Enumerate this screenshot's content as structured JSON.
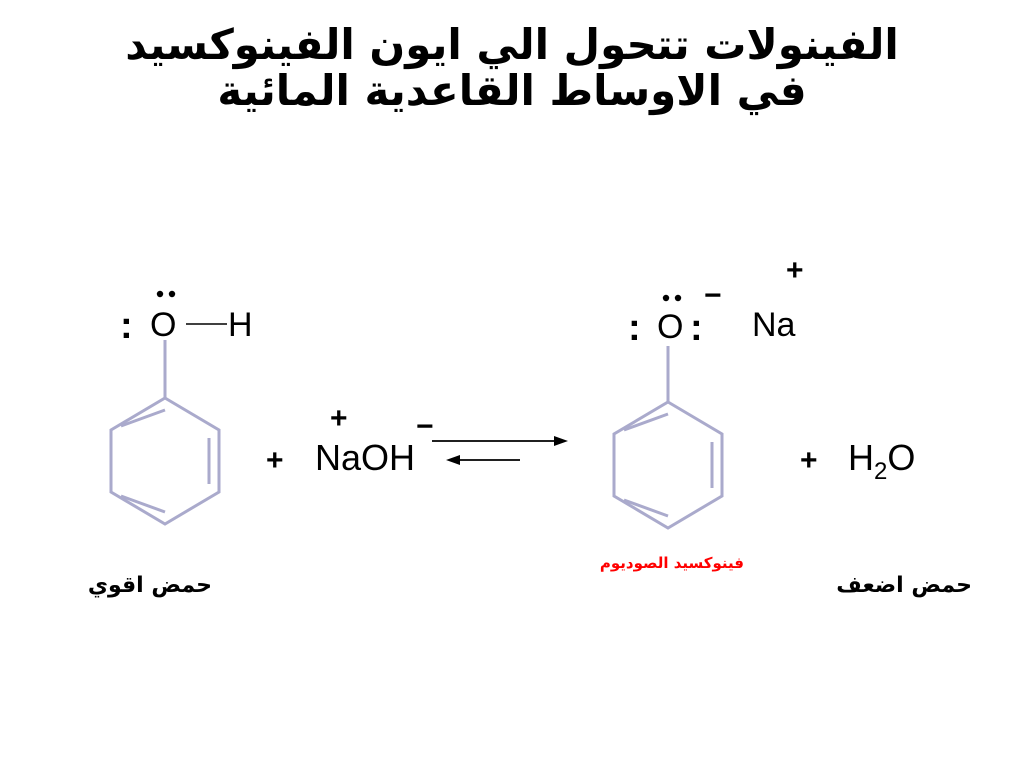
{
  "title": {
    "line1": "الفينولات تتحول الي ايون الفينوكسيد",
    "line2": "في الاوساط القاعدية المائية"
  },
  "reactant": {
    "oxygen": "O",
    "lone_pair_colon": ":",
    "hydrogen": "H",
    "label": "حمض اقوي"
  },
  "reagent": {
    "plus_sign": "+",
    "formula": "NaOH",
    "charge_plus": "+",
    "charge_minus": "−"
  },
  "product": {
    "oxygen": "O",
    "lone_pair_colon": ":",
    "charge_minus": "−",
    "counter_ion": "Na",
    "counter_ion_charge": "+",
    "name": "فينوكسيد الصوديوم"
  },
  "byproduct": {
    "plus_sign": "+",
    "formula_h": "H",
    "subscript": "2",
    "formula_o": "O",
    "label": "حمض اضعف"
  },
  "colors": {
    "ring": "#aaaacc",
    "product_name": "#ff0000",
    "text": "#000000"
  },
  "icons": {
    "equilibrium": "equilibrium-arrows-icon",
    "benzene": "benzene-ring-icon"
  }
}
